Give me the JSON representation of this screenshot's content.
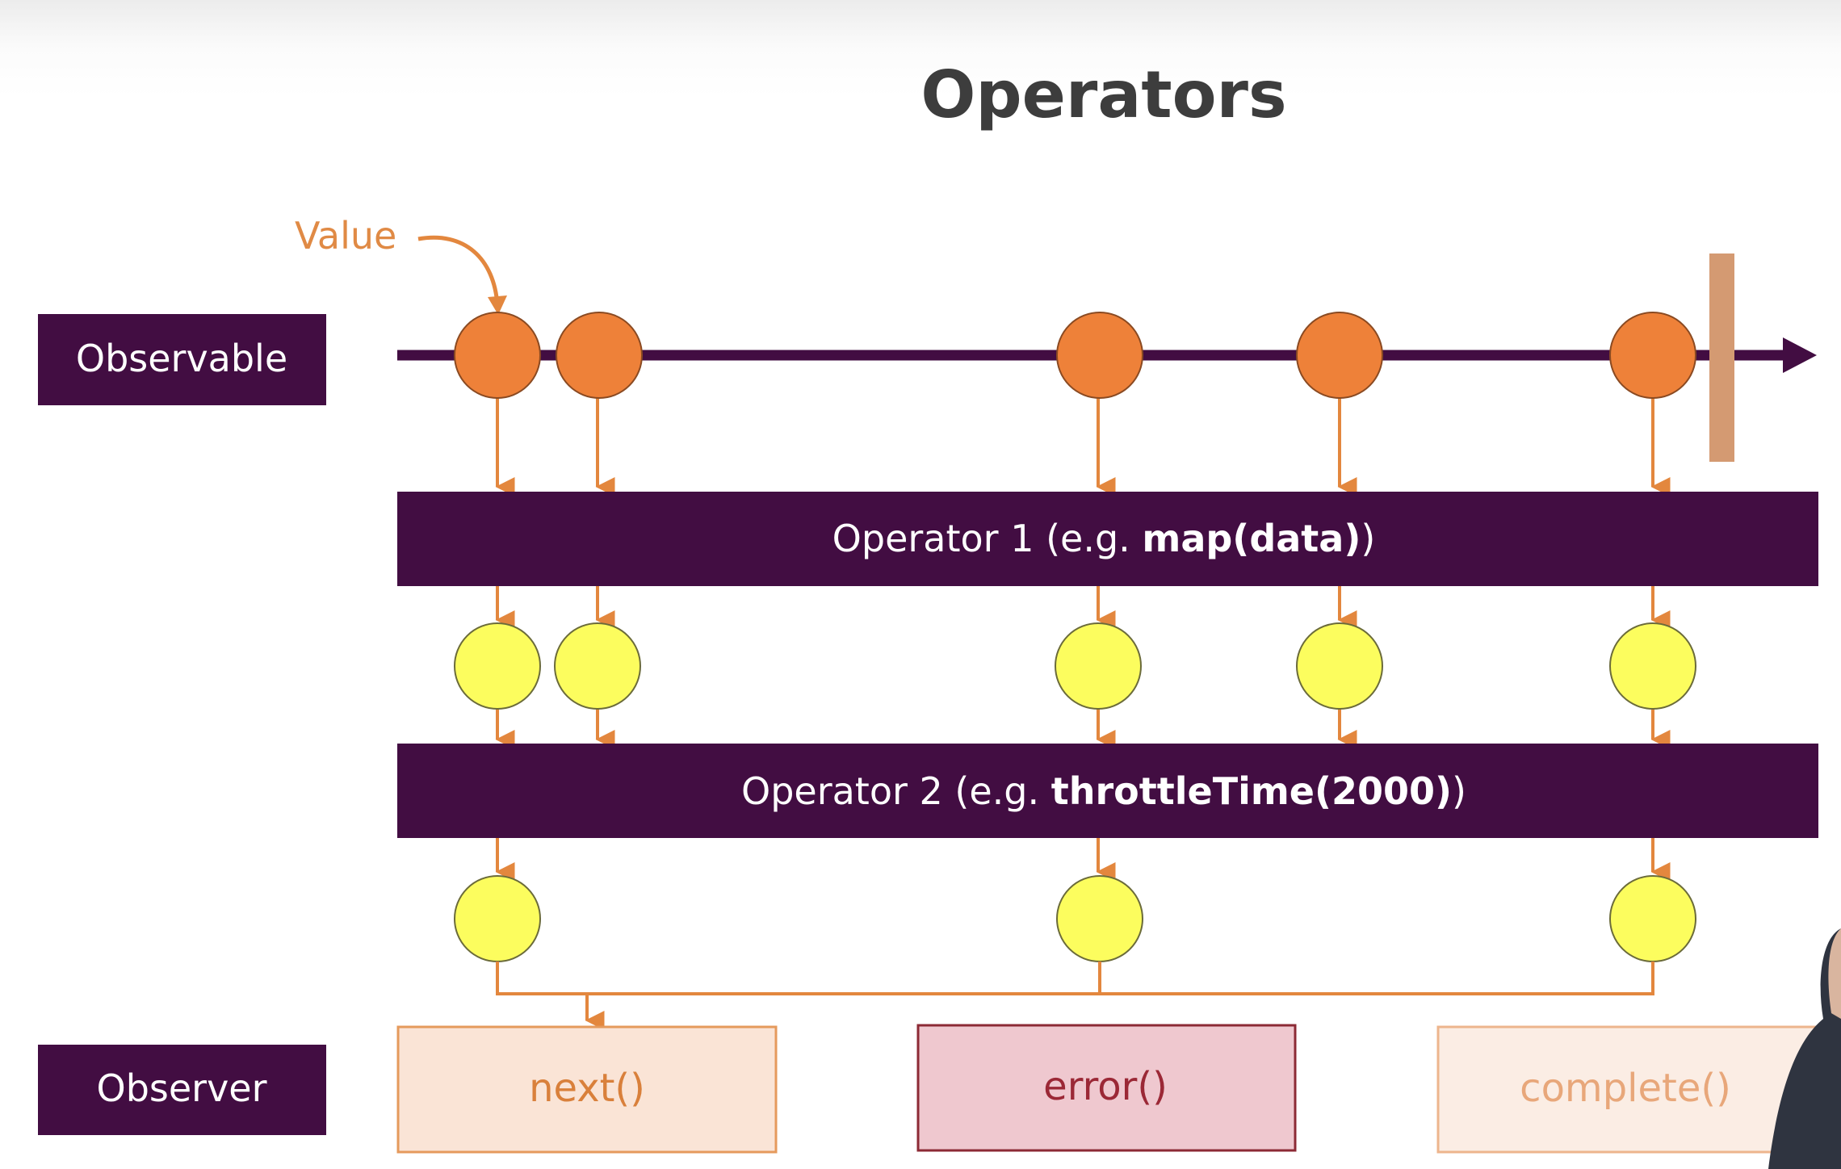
{
  "title": "Operators",
  "value_label": "Value",
  "observable_label": "Observable",
  "observer_label": "Observer",
  "operators": [
    {
      "prefix": "Operator 1 (e.g. ",
      "code": "map(data)",
      "suffix": ")"
    },
    {
      "prefix": "Operator 2 (e.g. ",
      "code": "throttleTime(2000)",
      "suffix": ")"
    }
  ],
  "observer_methods": [
    {
      "label": "next()",
      "fill": "#fae4d6",
      "stroke": "#e59a5c",
      "text_color": "#d9803b"
    },
    {
      "label": "error()",
      "fill": "#efc8cf",
      "stroke": "#8c2a35",
      "text_color": "#9b2836"
    },
    {
      "label": "complete()",
      "fill": "#fbede4",
      "stroke": "#edb58d",
      "text_color": "#e8a77a"
    }
  ],
  "colors": {
    "dark_purple": "#420d42",
    "emission_orange": "#ee8139",
    "result_yellow": "#fcfd5e",
    "arrow_orange": "#e3873e",
    "completion_bar": "#d49a72"
  },
  "streams": {
    "source_emissions": 5,
    "after_operator_1": 5,
    "after_operator_2": 3
  }
}
